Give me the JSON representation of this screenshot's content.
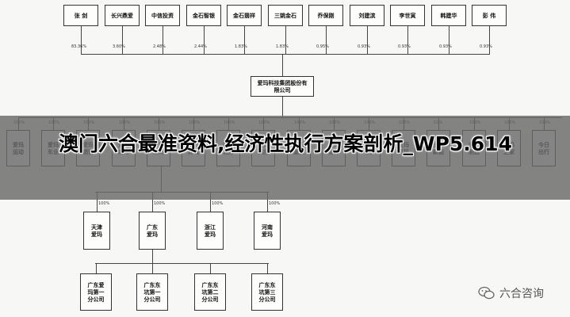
{
  "title": "澳门六合最准资料,经济性执行方案剖析_WP5.614",
  "watermark": {
    "text": "六合咨询",
    "icon": "wechat-icon"
  },
  "shareholders": [
    {
      "name": "张 剑",
      "pct": "83.36%"
    },
    {
      "name": "长兴鼎爱",
      "pct": "3.60%"
    },
    {
      "name": "中信投资",
      "pct": "2.48%"
    },
    {
      "name": "金石智银",
      "pct": "2.44%"
    },
    {
      "name": "金石翡祥",
      "pct": "1.83%"
    },
    {
      "name": "三姚金石",
      "pct": "1.83%"
    },
    {
      "name": "乔保刚",
      "pct": "0.95%"
    },
    {
      "name": "刘建滨",
      "pct": "0.93%"
    },
    {
      "name": "李世寅",
      "pct": "0.93%"
    },
    {
      "name": "韩建华",
      "pct": "0.93%"
    },
    {
      "name": "彭 伟",
      "pct": "0.93%"
    }
  ],
  "parent": {
    "name": "爱玛科技集团股份有\n限公司"
  },
  "subsidiaries": [
    {
      "name": "爱玛\n运动",
      "pct": "100%"
    },
    {
      "name": "爱玛\n车业",
      "pct": "100%"
    },
    {
      "name": "爱玛\n销售",
      "pct": "100%"
    },
    {
      "name": "爱玛\n南方",
      "pct": "100%"
    },
    {
      "name": "爱玛\n爱玛",
      "pct": "100%"
    },
    {
      "name": "爱玛\n商城",
      "pct": "100%"
    },
    {
      "name": "爱玛\n北方",
      "pct": "100%"
    },
    {
      "name": "爱玛\n供应",
      "pct": "100%"
    },
    {
      "name": "爱玛\n重庆",
      "pct": "100%"
    },
    {
      "name": "爱玛\n智行",
      "pct": "100%"
    },
    {
      "name": "爱玛\n电子",
      "pct": "100%"
    },
    {
      "name": "爱玛\n科技",
      "pct": "100%"
    },
    {
      "name": "爱玛\n新能",
      "pct": "51%"
    },
    {
      "name": "爱玛\n制造",
      "pct": "100%"
    },
    {
      "name": "爱玛\n之家",
      "pct": "100%"
    },
    {
      "name": "今日\n出行",
      "pct": "100%"
    }
  ],
  "regional": [
    {
      "name": "天津\n爱玛",
      "pct": "100%"
    },
    {
      "name": "广东\n爱玛",
      "pct": "100%"
    },
    {
      "name": "浙江\n爱玛",
      "pct": "100%"
    },
    {
      "name": "河南\n爱玛",
      "pct": "100%"
    }
  ],
  "branches": [
    {
      "name": "广东爱\n玛第一\n分公司"
    },
    {
      "name": "广东东\n坑第一\n分公司"
    },
    {
      "name": "广东东\n坑第二\n分公司"
    },
    {
      "name": "广东东\n坑第三\n分公司"
    }
  ]
}
